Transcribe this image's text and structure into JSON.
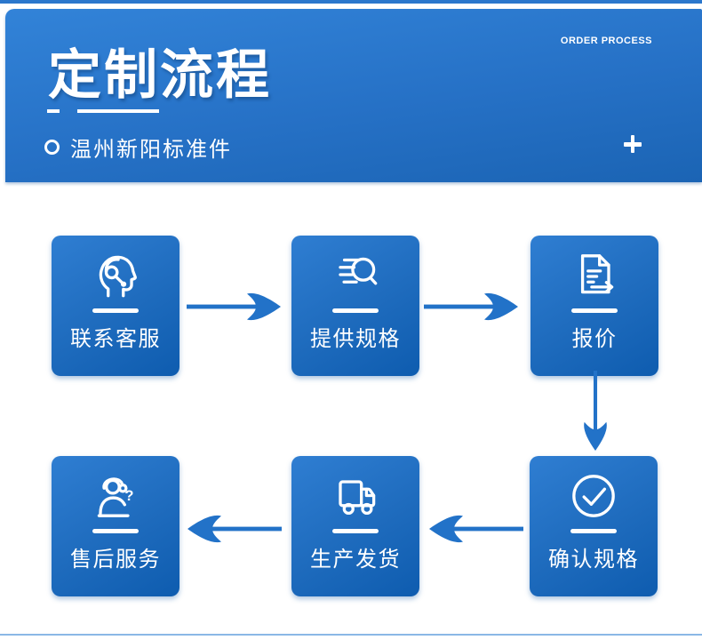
{
  "page": {
    "background": "#ffffff",
    "accent_blue": "#2272c8",
    "top_strip_color": "#2b77cc",
    "bottom_rule_color": "#8ab8e6"
  },
  "header": {
    "title": "定制流程",
    "tagline": "ORDER PROCESS",
    "brand": "温州新阳标准件",
    "plus_icon": "plus-icon",
    "gradient_from": "#3283d8",
    "gradient_to": "#1b64b4"
  },
  "flow": {
    "box_gradient_from": "#2f7ed2",
    "box_gradient_to": "#0e5caf",
    "steps": [
      {
        "label": "联系客服",
        "icon": "customer-service-icon"
      },
      {
        "label": "提供规格",
        "icon": "spec-search-icon"
      },
      {
        "label": "报价",
        "icon": "quote-document-icon"
      },
      {
        "label": "确认规格",
        "icon": "confirm-check-icon"
      },
      {
        "label": "生产发货",
        "icon": "delivery-truck-icon"
      },
      {
        "label": "售后服务",
        "icon": "after-sales-icon"
      }
    ]
  }
}
